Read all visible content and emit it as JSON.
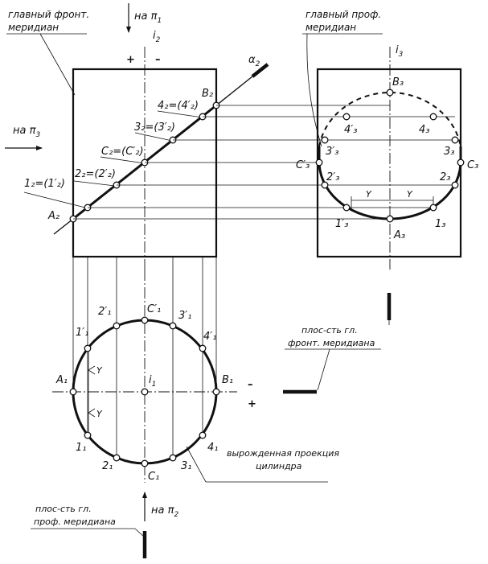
{
  "labels": {
    "gl_front_meridian": "главный фронт.",
    "gl_front_meridian_2": "меридиан",
    "gl_prof_meridian": "главный проф.",
    "gl_prof_meridian_2": "меридиан",
    "na_p1": "на π",
    "na_p1_sub": "1",
    "na_p2": "на π",
    "na_p2_sub": "2",
    "na_p3": "на π",
    "na_p3_sub": "3",
    "plus_top": "+",
    "minus_top": "–",
    "plus_right": "+",
    "minus_right": "–",
    "i2": "i",
    "i2_sub": "2",
    "i3": "i",
    "i3_sub": "3",
    "i1": "i",
    "i1_sub": "1",
    "alpha2": "α",
    "alpha2_sub": "2",
    "plane_front_1": "плос-сть гл.",
    "plane_front_2": "фронт. меридиана",
    "plane_prof_1": "плос-сть гл.",
    "plane_prof_2": "проф. меридиана",
    "degenerate_1": "вырожденная проекция",
    "degenerate_2": "цилиндра",
    "y_letter": "Y"
  },
  "front_view": {
    "A2": "A₂",
    "B2": "B₂",
    "C2": "C₂=(C′₂)",
    "p1": "1₂=(1′₂)",
    "p2": "2₂=(2′₂)",
    "p3": "3₂=(3′₂)",
    "p4": "4₂=(4′₂)"
  },
  "profile_view": {
    "B3": "B₃",
    "A3": "A₃",
    "C3": "C₃",
    "C3p": "C′₃",
    "p1": "1₃",
    "p1p": "1′₃",
    "p2": "2₃",
    "p2p": "2′₃",
    "p3": "3₃",
    "p3p": "3′₃",
    "p4": "4₃",
    "p4p": "4′₃"
  },
  "top_view": {
    "A1": "A₁",
    "B1": "B₁",
    "C1": "C₁",
    "C1p": "C′₁",
    "p1": "1₁",
    "p1p": "1′₁",
    "p2": "2₁",
    "p2p": "2′₁",
    "p3": "3₁",
    "p3p": "3′₁",
    "p4": "4₁",
    "p4p": "4′₁"
  }
}
